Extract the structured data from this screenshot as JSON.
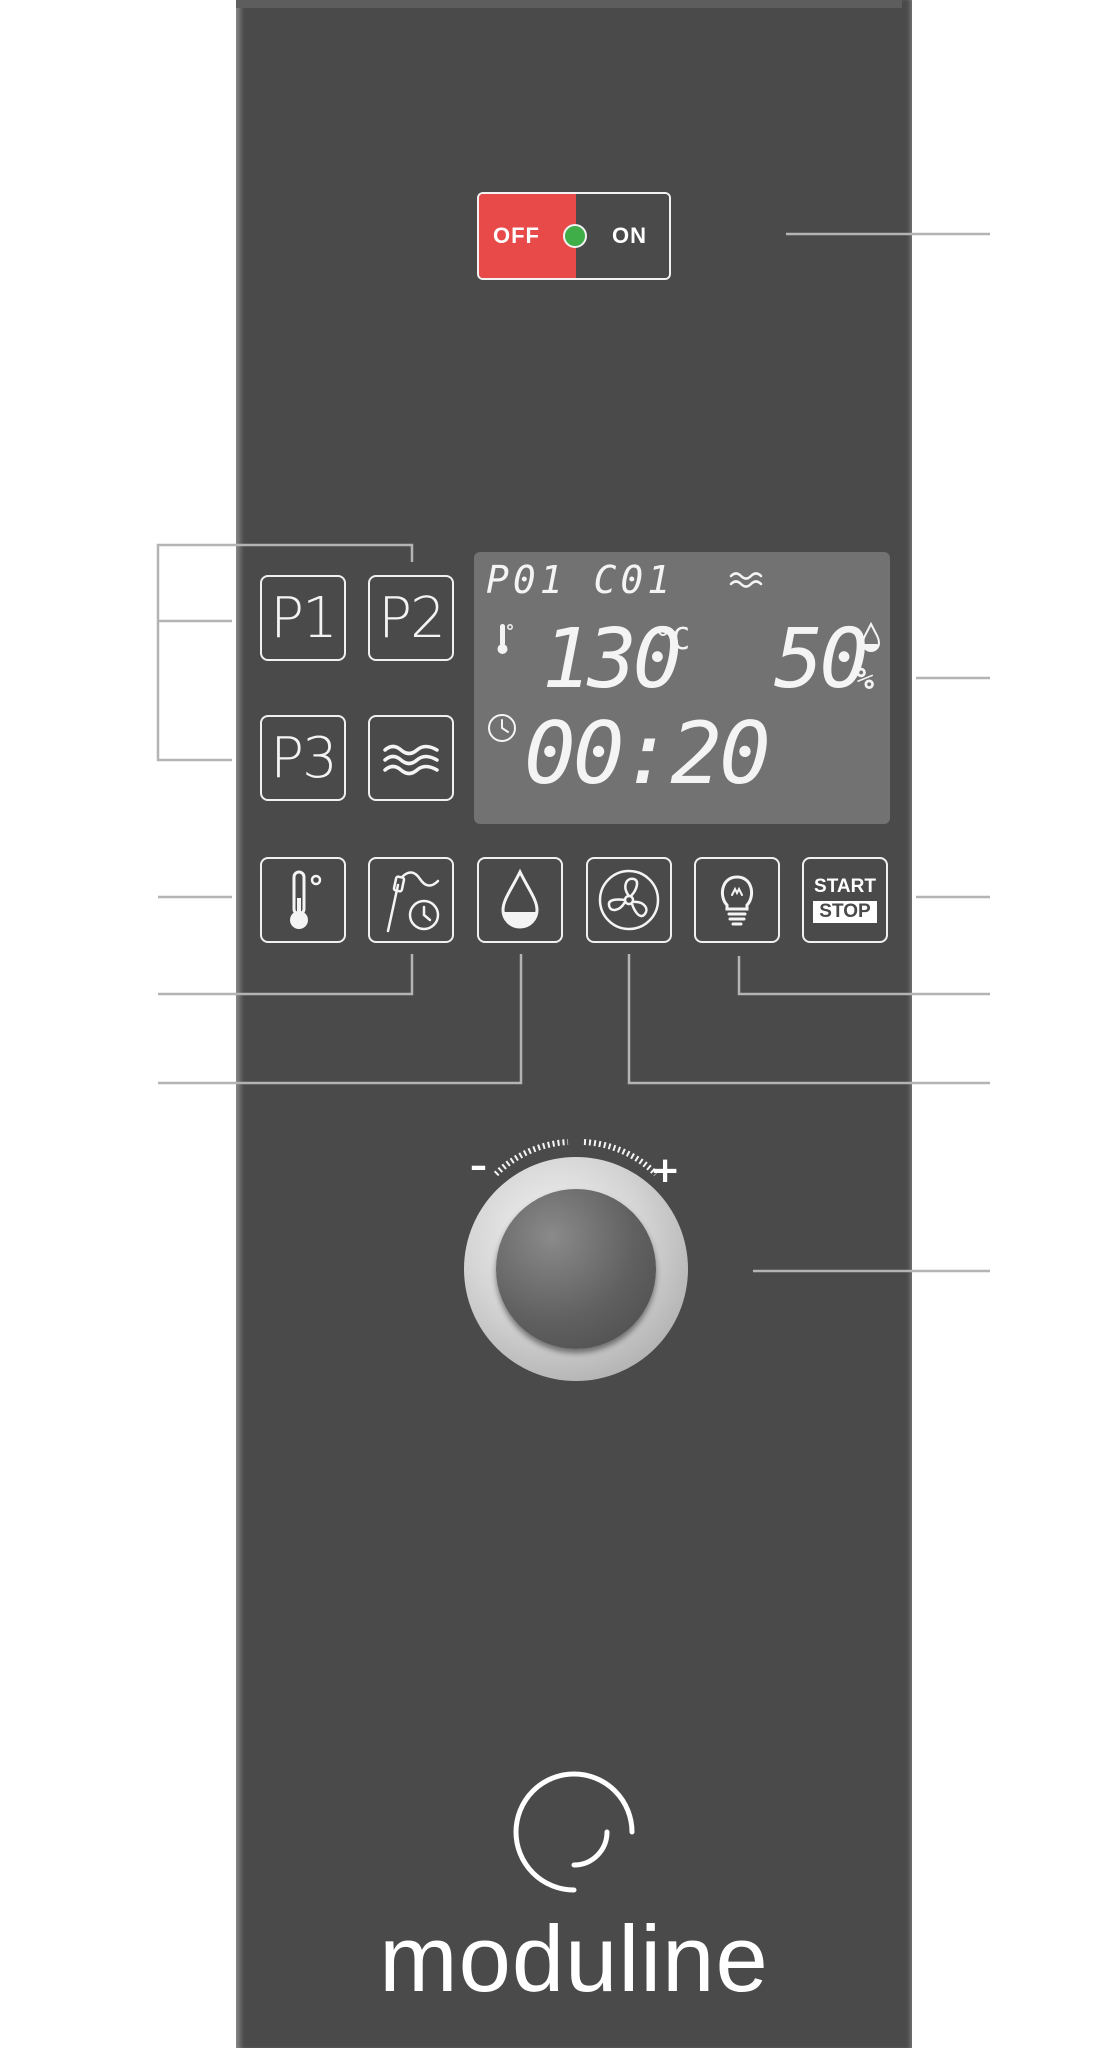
{
  "power_switch": {
    "off_label": "OFF",
    "on_label": "ON",
    "state": "on",
    "colors": {
      "off": "#e84a4a",
      "indicator": "#3fae49"
    }
  },
  "program_buttons": [
    {
      "label": "P1"
    },
    {
      "label": "P2"
    },
    {
      "label": "P3"
    }
  ],
  "steam_button": {
    "icon": "steam-waves-icon"
  },
  "display": {
    "program": "P01 C01",
    "steam_icon": "steam-waves-icon",
    "temperature_icon": "thermometer-icon",
    "temperature": "130",
    "temperature_unit": "°C",
    "humidity": "50",
    "humidity_icon": "drop-icon",
    "humidity_unit": "%",
    "timer_icon": "clock-icon",
    "time": "00:20"
  },
  "function_buttons": [
    {
      "icon": "thermometer-icon"
    },
    {
      "icon": "core-probe-timer-icon"
    },
    {
      "icon": "humidity-drop-icon"
    },
    {
      "icon": "fan-icon"
    },
    {
      "icon": "light-bulb-icon"
    }
  ],
  "start_stop": {
    "start_label": "START",
    "stop_label": "STOP"
  },
  "knob": {
    "minus": "–",
    "plus": "+"
  },
  "brand": {
    "name": "moduline"
  },
  "colors": {
    "panel": "#4a4a4a",
    "display": "#727272",
    "leader_lines": "#b4b4b4"
  }
}
